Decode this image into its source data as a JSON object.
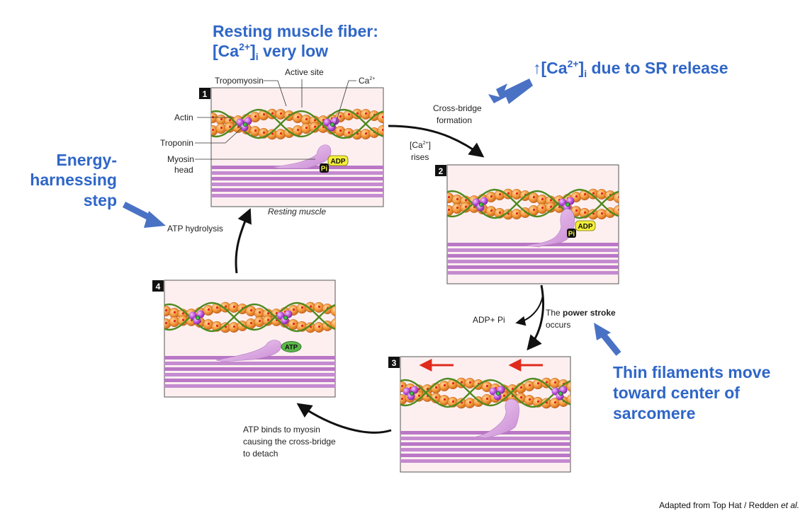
{
  "headings": {
    "resting_line1": "Resting muscle fiber:",
    "resting_line2_pre": "[Ca",
    "resting_line2_sup": "2+",
    "resting_line2_post": "]",
    "resting_line2_sub": "i",
    "resting_line2_tail": " very low",
    "sr_arrow": "↑",
    "sr_pre": "[Ca",
    "sr_sup": "2+",
    "sr_post": "]",
    "sr_sub": "i",
    "sr_tail": " due to SR release",
    "energy_line1": "Energy-",
    "energy_line2": "harnessing",
    "energy_line3": "step",
    "thin_line1": "Thin filaments move",
    "thin_line2": "toward center of",
    "thin_line3": "sarcomere"
  },
  "labels": {
    "tropomyosin": "Tropomyosin",
    "active_site": "Active site",
    "ca_pre": "Ca",
    "ca_sup": "2+",
    "actin": "Actin",
    "troponin": "Troponin",
    "myosin_line1": "Myosin",
    "myosin_line2": "head",
    "resting_muscle": "Resting muscle",
    "cross_bridge_line1": "Cross-bridge",
    "cross_bridge_line2": "formation",
    "ca_rises_line1_pre": "[Ca",
    "ca_rises_line1_sup": "2+",
    "ca_rises_line1_post": "]",
    "ca_rises_line2": "rises",
    "atp_hydrolysis": "ATP hydrolysis",
    "adp_pi": "ADP+ Pi",
    "power_line1_pre": "The ",
    "power_line1_bold": "power stroke",
    "power_line2": "occurs",
    "atp_binds_line1": "ATP binds to myosin",
    "atp_binds_line2": "causing the cross-bridge",
    "atp_binds_line3": "to detach",
    "adp": "ADP",
    "pi": "Pi",
    "atp": "ATP"
  },
  "panels": [
    {
      "number": "1"
    },
    {
      "number": "2"
    },
    {
      "number": "3"
    },
    {
      "number": "4"
    }
  ],
  "credit": {
    "text": "Adapted from Top Hat / Redden ",
    "italic": "et al."
  },
  "colors": {
    "heading_blue": "#2f66c7",
    "panel_bg": "#fdeff0",
    "actin_orange": "#f08a2e",
    "tropomyosin_green": "#4f8a1f",
    "myosin_purple": "#c88ad2",
    "power_arrow_red": "#e02a1b"
  }
}
